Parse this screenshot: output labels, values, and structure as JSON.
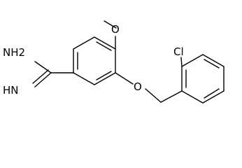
{
  "molecule": {
    "atoms": {
      "amine_nh2": "NH2",
      "imine_nh": "HN",
      "methoxy_o": "O",
      "ether_o": "O",
      "chloro_cl": "Cl"
    }
  },
  "colors": {
    "bond": "#000000",
    "text": "#000000",
    "background": "#ffffff"
  }
}
